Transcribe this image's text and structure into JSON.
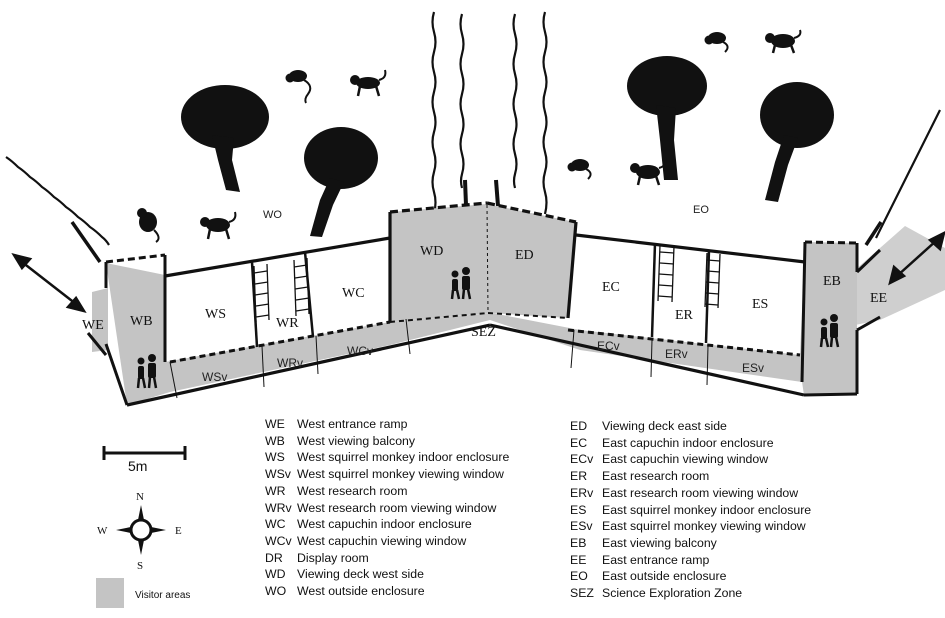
{
  "areas": {
    "WE": "WE",
    "WB": "WB",
    "WS": "WS",
    "WR": "WR",
    "WC": "WC",
    "WD": "WD",
    "ED": "ED",
    "EC": "EC",
    "ER": "ER",
    "ES": "ES",
    "EB": "EB",
    "EE": "EE",
    "WSv": "WSv",
    "WRv": "WRv",
    "WCv": "WCv",
    "SEZ": "SEZ",
    "ECv": "ECv",
    "ERv": "ERv",
    "ESv": "ESv",
    "WO": "WO",
    "EO": "EO"
  },
  "scale_label": "5m",
  "compass": {
    "n": "N",
    "s": "S",
    "e": "E",
    "w": "W"
  },
  "visitor_areas_label": "Visitor areas",
  "colors": {
    "visitor_fill": "#c4c4c4",
    "wall": "#111111"
  },
  "legend_left": [
    {
      "code": "WE",
      "text": "West entrance ramp"
    },
    {
      "code": "WB",
      "text": "West viewing balcony"
    },
    {
      "code": "WS",
      "text": "West squirrel monkey indoor enclosure"
    },
    {
      "code": "WSv",
      "text": "West squirrel monkey viewing window"
    },
    {
      "code": "WR",
      "text": "West research room"
    },
    {
      "code": "WRv",
      "text": "West research room viewing window"
    },
    {
      "code": "WC",
      "text": "West capuchin indoor enclosure"
    },
    {
      "code": "WCv",
      "text": "West capuchin viewing window"
    },
    {
      "code": "DR",
      "text": "Display room"
    },
    {
      "code": "WD",
      "text": "Viewing deck west side"
    },
    {
      "code": "WO",
      "text": "West outside enclosure"
    }
  ],
  "legend_right": [
    {
      "code": "ED",
      "text": "Viewing deck east side"
    },
    {
      "code": "EC",
      "text": "East capuchin indoor enclosure"
    },
    {
      "code": "ECv",
      "text": "East capuchin viewing window"
    },
    {
      "code": "ER",
      "text": "East research room"
    },
    {
      "code": "ERv",
      "text": "East research room viewing window"
    },
    {
      "code": "ES",
      "text": "East squirrel monkey indoor enclosure"
    },
    {
      "code": "ESv",
      "text": "East squirrel monkey viewing window"
    },
    {
      "code": "EB",
      "text": "East viewing balcony"
    },
    {
      "code": "EE",
      "text": "East entrance ramp"
    },
    {
      "code": "EO",
      "text": "East outside enclosure"
    },
    {
      "code": "SEZ",
      "text": "Science Exploration Zone"
    }
  ]
}
